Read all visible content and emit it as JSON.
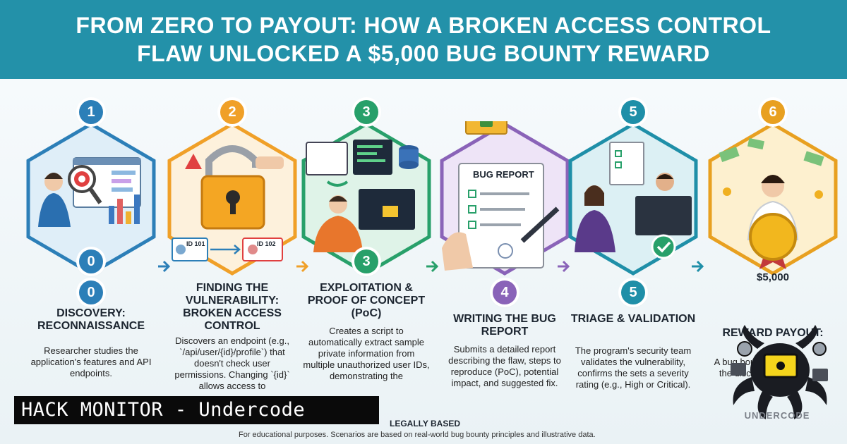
{
  "header": {
    "line1": "FROM ZERO TO PAYOUT: HOW A BROKEN ACCESS CONTROL",
    "line2": "FLAW UNLOCKED A $5,000 BUG BOUNTY REWARD"
  },
  "steps": [
    {
      "top_number": "1",
      "mid_number": "0",
      "low_number": "0",
      "title": "DISCOVERY: RECONNAISSANCE",
      "text": "Researcher studies the application's features and API endpoints.",
      "color": "#2c7fb8"
    },
    {
      "top_number": "2",
      "title": "FINDING THE VULNERABILITY: BROKEN ACCESS CONTROL",
      "text": "Discovers an endpoint (e.g., `/api/user/{id}/profile`) that doesn't check user permissions. Changing `{id}` allows access to",
      "id_left": "ID 101",
      "id_right": "ID 102",
      "color": "#f0a028"
    },
    {
      "top_number": "3",
      "mid_number": "3",
      "title": "EXPLOITATION & PROOF OF CONCEPT (PoC)",
      "text": "Creates a script to automatically extract sample private information from multiple unauthorized user IDs, demonstrating the",
      "color": "#28a06a"
    },
    {
      "low_number": "4",
      "title": "WRITING THE BUG REPORT",
      "text": "Submits a detailed report describing the flaw, steps to reproduce (PoC), potential impact, and suggested fix.",
      "doc_title": "BUG REPORT",
      "color": "#8a63b8"
    },
    {
      "top_number": "5",
      "low_number": "5",
      "title": "TRIAGE & VALIDATION",
      "text": "The program's security team validates the vulnerability, confirms the sets a severity rating (e.g., High or Critical).",
      "color": "#1f8fa8"
    },
    {
      "top_number": "6",
      "title": "REWARD PAYOUT:",
      "text": "A bug bounty for the disclosure",
      "medal": "$5,000",
      "color": "#e8a020"
    }
  ],
  "watermark": "HACK MONITOR - Undercode",
  "legal": {
    "heading": "LEGALLY BASED",
    "footer": "For educational purposes. Scenarios are based on real-world bug bounty principles and illustrative data."
  },
  "logo": {
    "text": "UNDERCODE"
  }
}
